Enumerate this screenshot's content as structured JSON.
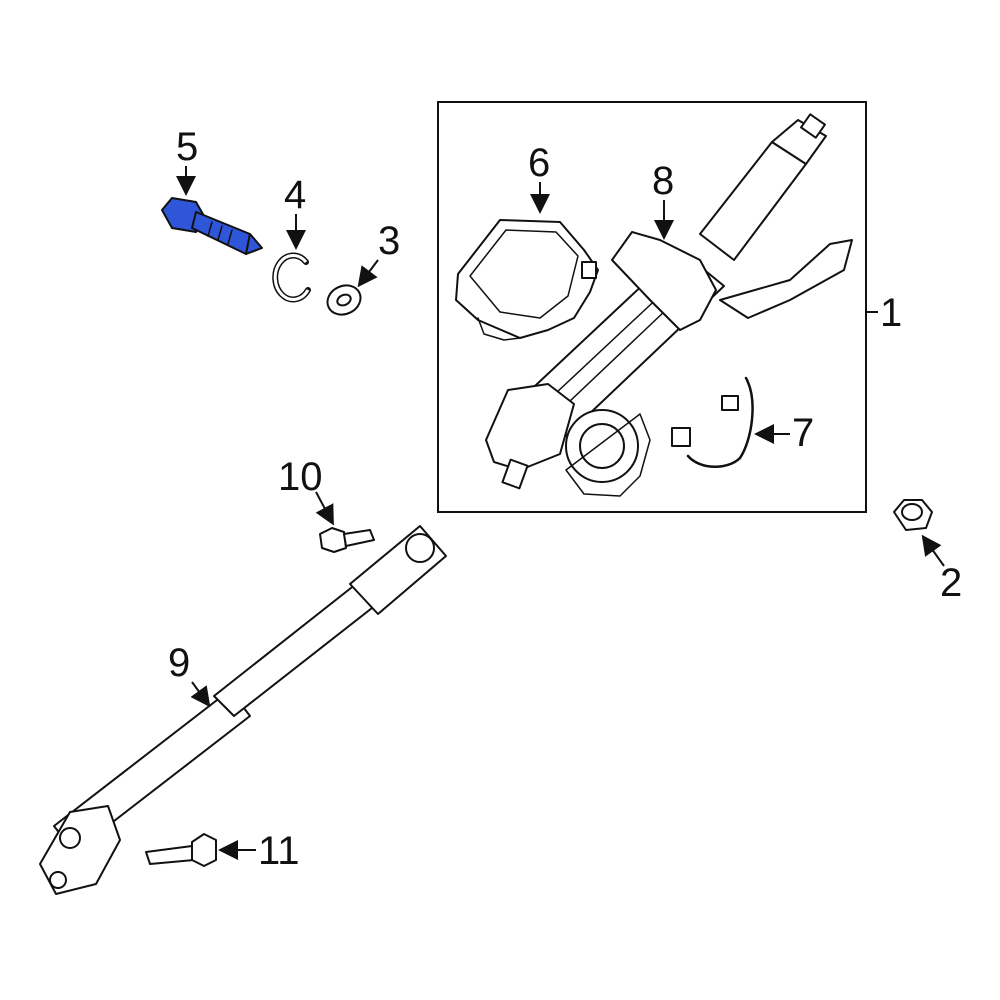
{
  "diagram": {
    "highlight_color": "#2f56d8",
    "line_color": "#111111",
    "highlighted_part": "5",
    "callouts": {
      "c1": "1",
      "c2": "2",
      "c3": "3",
      "c4": "4",
      "c5": "5",
      "c6": "6",
      "c7": "7",
      "c8": "8",
      "c9": "9",
      "c10": "10",
      "c11": "11"
    }
  }
}
